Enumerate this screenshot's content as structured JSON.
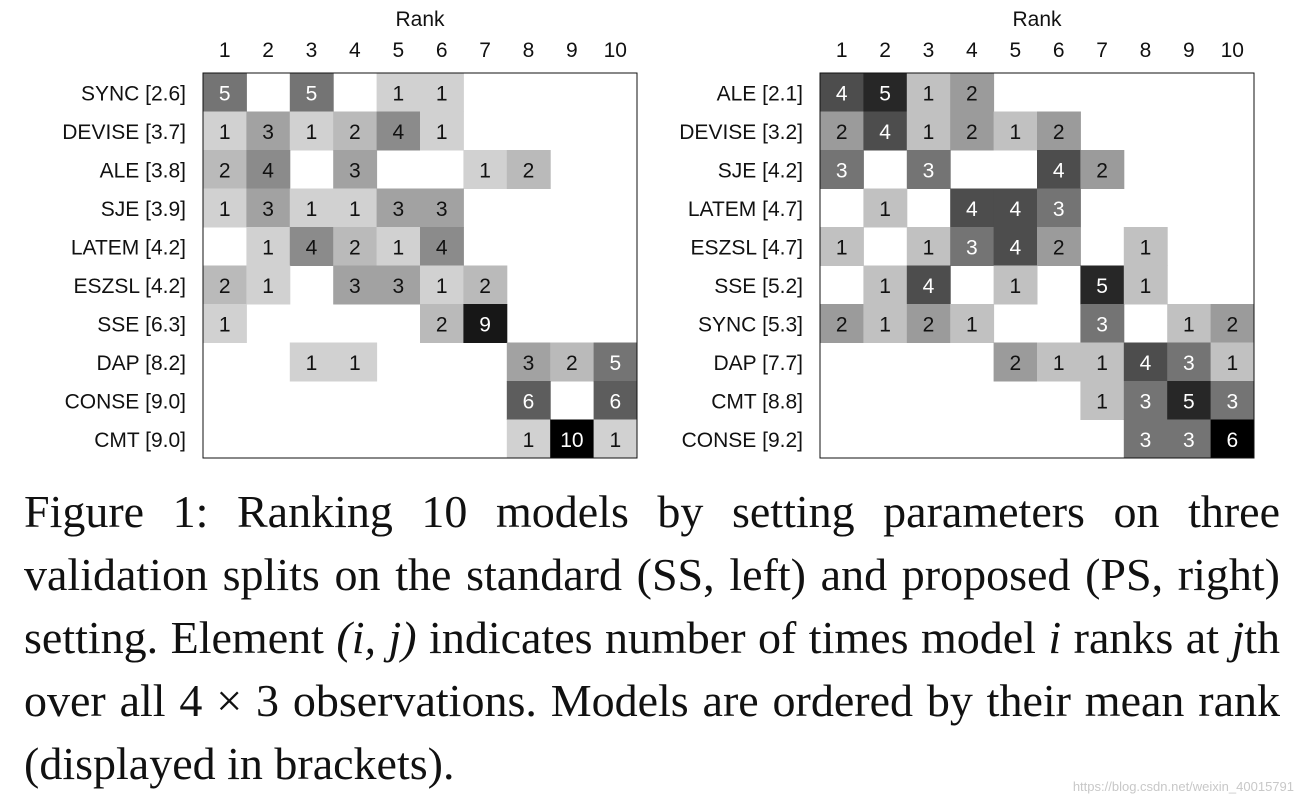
{
  "chart_data": [
    {
      "type": "heatmap",
      "panel": "left",
      "xlabel": "Rank",
      "columns": [
        "1",
        "2",
        "3",
        "4",
        "5",
        "6",
        "7",
        "8",
        "9",
        "10"
      ],
      "rows": [
        "SYNC [2.6]",
        "DEVISE [3.7]",
        "ALE [3.8]",
        "SJE [3.9]",
        "LATEM [4.2]",
        "ESZSL [4.2]",
        "SSE [6.3]",
        "DAP [8.2]",
        "CONSE [9.0]",
        "CMT [9.0]"
      ],
      "values": [
        [
          5,
          0,
          5,
          0,
          1,
          1,
          0,
          0,
          0,
          0
        ],
        [
          1,
          3,
          1,
          2,
          4,
          1,
          0,
          0,
          0,
          0
        ],
        [
          2,
          4,
          0,
          3,
          0,
          0,
          1,
          2,
          0,
          0
        ],
        [
          1,
          3,
          1,
          1,
          3,
          3,
          0,
          0,
          0,
          0
        ],
        [
          0,
          1,
          4,
          2,
          1,
          4,
          0,
          0,
          0,
          0
        ],
        [
          2,
          1,
          0,
          3,
          3,
          1,
          2,
          0,
          0,
          0
        ],
        [
          1,
          0,
          0,
          0,
          0,
          2,
          9,
          0,
          0,
          0
        ],
        [
          0,
          0,
          1,
          1,
          0,
          0,
          0,
          3,
          2,
          5
        ],
        [
          0,
          0,
          0,
          0,
          0,
          0,
          0,
          6,
          0,
          6
        ],
        [
          0,
          0,
          0,
          0,
          0,
          0,
          0,
          1,
          10,
          1
        ]
      ]
    },
    {
      "type": "heatmap",
      "panel": "right",
      "xlabel": "Rank",
      "columns": [
        "1",
        "2",
        "3",
        "4",
        "5",
        "6",
        "7",
        "8",
        "9",
        "10"
      ],
      "rows": [
        "ALE [2.1]",
        "DEVISE [3.2]",
        "SJE [4.2]",
        "LATEM [4.7]",
        "ESZSL [4.7]",
        "SSE [5.2]",
        "SYNC [5.3]",
        "DAP [7.7]",
        "CMT [8.8]",
        "CONSE [9.2]"
      ],
      "values": [
        [
          4,
          5,
          1,
          2,
          0,
          0,
          0,
          0,
          0,
          0
        ],
        [
          2,
          4,
          1,
          2,
          1,
          2,
          0,
          0,
          0,
          0
        ],
        [
          3,
          0,
          3,
          0,
          0,
          4,
          2,
          0,
          0,
          0
        ],
        [
          0,
          1,
          0,
          4,
          4,
          3,
          0,
          0,
          0,
          0
        ],
        [
          1,
          0,
          1,
          3,
          4,
          2,
          0,
          1,
          0,
          0
        ],
        [
          0,
          1,
          4,
          0,
          1,
          0,
          5,
          1,
          0,
          0
        ],
        [
          2,
          1,
          2,
          1,
          0,
          0,
          3,
          0,
          1,
          2
        ],
        [
          0,
          0,
          0,
          0,
          2,
          1,
          1,
          4,
          3,
          1
        ],
        [
          0,
          0,
          0,
          0,
          0,
          0,
          1,
          3,
          5,
          3
        ],
        [
          0,
          0,
          0,
          0,
          0,
          0,
          0,
          3,
          3,
          6
        ]
      ]
    }
  ],
  "caption": {
    "p1": "Figure 1: Ranking 10 models by setting parameters on three validation splits on the standard (SS, left) and proposed (PS, right) setting. Element ",
    "m1": "(i, j)",
    "p2": " indicates number of times model ",
    "m2": "i",
    "p3": " ranks at ",
    "m3": "j",
    "p4": "th over all ",
    "m4": "4 × 3",
    "p5": " observations. Models are ordered by their mean rank (displayed in brackets)."
  },
  "watermark": "https://blog.csdn.net/weixin_40015791"
}
